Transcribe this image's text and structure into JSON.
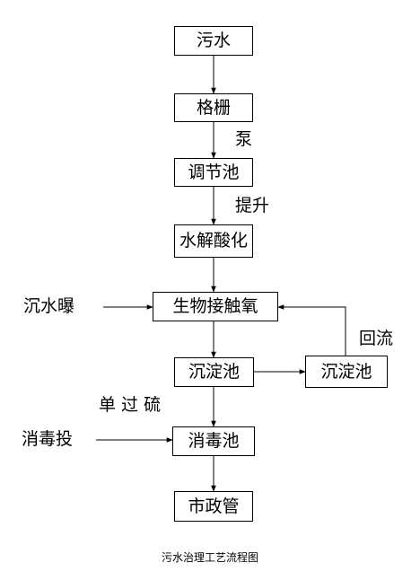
{
  "nodes": {
    "sewage": "污水",
    "screen": "格栅",
    "equalization_tank": "调节池",
    "hydrolysis_acidification": "水解酸化",
    "bio_contact_oxidation": "生物接触氧",
    "settling_tank": "沉淀池",
    "settling_tank_2": "沉淀池",
    "disinfection_tank": "消毒池",
    "municipal_pipe": "市政管"
  },
  "edge_labels": {
    "pump": "泵",
    "lift": "提升",
    "aeration_input": "沉水曝",
    "reflux": "回流",
    "sulfur_input": "单 过 硫",
    "disinfectant_input": "消毒投"
  },
  "caption": "污水治理工艺流程图"
}
